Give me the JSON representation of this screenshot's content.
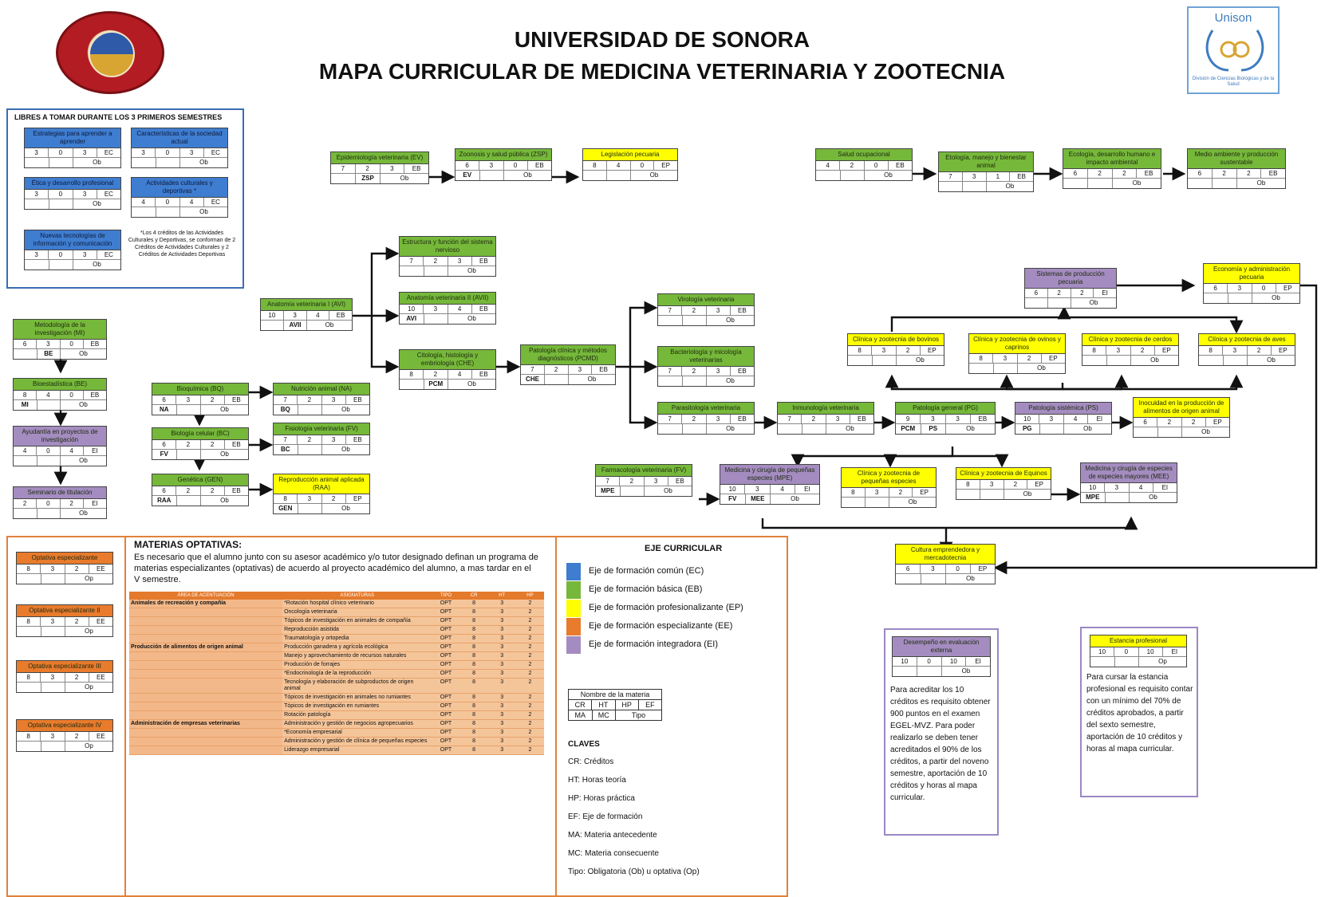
{
  "header": {
    "title_line1": "UNIVERSIDAD DE SONORA",
    "title_line2": "MAPA CURRICULAR DE MEDICINA VETERINARIA Y ZOOTECNIA",
    "logo_right_word": "Unison",
    "logo_right_sub": "División de Ciencias Biológicas y de la Salud"
  },
  "libres": {
    "title": "LIBRES A TOMAR DURANTE LOS 3 PRIMEROS SEMESTRES",
    "footnote": "*Los 4 créditos de las Actividades Culturales y Deportivas, se conforman de 2 Créditos de Actividades Culturales y 2 Créditos de Actividades Deportivas"
  },
  "courses": [
    {
      "id": "c01",
      "name": "Estrategias para aprender a aprender",
      "color": "bl",
      "vals": [
        "3",
        "0",
        "3",
        "EC"
      ],
      "ma": "",
      "mc": "",
      "tipo": "Ob"
    },
    {
      "id": "c02",
      "name": "Características de la sociedad actual",
      "color": "bl",
      "vals": [
        "3",
        "0",
        "3",
        "EC"
      ],
      "ma": "",
      "mc": "",
      "tipo": "Ob"
    },
    {
      "id": "c03",
      "name": "Ética y desarrollo profesional",
      "color": "bl",
      "vals": [
        "3",
        "0",
        "3",
        "EC"
      ],
      "ma": "",
      "mc": "",
      "tipo": "Ob"
    },
    {
      "id": "c04",
      "name": "Actividades culturales y deportivas *",
      "color": "bl",
      "vals": [
        "4",
        "0",
        "4",
        "EC"
      ],
      "ma": "",
      "mc": "",
      "tipo": "Ob"
    },
    {
      "id": "c05",
      "name": "Nuevas tecnologías de información y comunicación",
      "color": "bl",
      "vals": [
        "3",
        "0",
        "3",
        "EC"
      ],
      "ma": "",
      "mc": "",
      "tipo": "Ob"
    },
    {
      "id": "c06",
      "name": "Metodología de la investigación (MI)",
      "color": "g",
      "vals": [
        "6",
        "3",
        "0",
        "EB"
      ],
      "ma": "",
      "mc": "BE",
      "tipo": "Ob"
    },
    {
      "id": "c07",
      "name": "Bioestadística (BE)",
      "color": "g",
      "vals": [
        "8",
        "4",
        "0",
        "EB"
      ],
      "ma": "MI",
      "mc": "",
      "tipo": "Ob"
    },
    {
      "id": "c08",
      "name": "Ayudantía en proyectos de investigación",
      "color": "p",
      "vals": [
        "4",
        "0",
        "4",
        "EI"
      ],
      "ma": "",
      "mc": "",
      "tipo": "Ob"
    },
    {
      "id": "c09",
      "name": "Seminario de titulación",
      "color": "p",
      "vals": [
        "2",
        "0",
        "2",
        "EI"
      ],
      "ma": "",
      "mc": "",
      "tipo": "Ob"
    },
    {
      "id": "c10",
      "name": "Epidemiología veterinaria (EV)",
      "color": "g",
      "vals": [
        "7",
        "2",
        "3",
        "EB"
      ],
      "ma": "",
      "mc": "ZSP",
      "tipo": "Ob"
    },
    {
      "id": "c11",
      "name": "Zoonosis y salud pública (ZSP)",
      "color": "g",
      "vals": [
        "6",
        "3",
        "0",
        "EB"
      ],
      "ma": "EV",
      "mc": "",
      "tipo": "Ob"
    },
    {
      "id": "c12",
      "name": "Legislación pecuaria",
      "color": "y",
      "vals": [
        "8",
        "4",
        "0",
        "EP"
      ],
      "ma": "",
      "mc": "",
      "tipo": "Ob"
    },
    {
      "id": "c13",
      "name": "Salud ocupacional",
      "color": "g",
      "vals": [
        "4",
        "2",
        "0",
        "EB"
      ],
      "ma": "",
      "mc": "",
      "tipo": "Ob"
    },
    {
      "id": "c14",
      "name": "Etología, manejo y bienestar animal",
      "color": "g",
      "vals": [
        "7",
        "3",
        "1",
        "EB"
      ],
      "ma": "",
      "mc": "",
      "tipo": "Ob"
    },
    {
      "id": "c15",
      "name": "Ecología, desarrollo humano e impacto ambiental",
      "color": "g",
      "vals": [
        "6",
        "2",
        "2",
        "EB"
      ],
      "ma": "",
      "mc": "",
      "tipo": "Ob"
    },
    {
      "id": "c16",
      "name": "Medio ambiente y producción sustentable",
      "color": "g",
      "vals": [
        "6",
        "2",
        "2",
        "EB"
      ],
      "ma": "",
      "mc": "",
      "tipo": "Ob"
    },
    {
      "id": "c17",
      "name": "Anatomía veterinaria I (AVI)",
      "color": "g",
      "vals": [
        "10",
        "3",
        "4",
        "EB"
      ],
      "ma": "",
      "mc": "AVII",
      "tipo": "Ob"
    },
    {
      "id": "c18",
      "name": "Estructura y función del sistema nervioso",
      "color": "g",
      "vals": [
        "7",
        "2",
        "3",
        "EB"
      ],
      "ma": "",
      "mc": "",
      "tipo": "Ob"
    },
    {
      "id": "c19",
      "name": "Anatomía veterinaria II (AVII)",
      "color": "g",
      "vals": [
        "10",
        "3",
        "4",
        "EB"
      ],
      "ma": "AVI",
      "mc": "",
      "tipo": "Ob"
    },
    {
      "id": "c20",
      "name": "Citología, histología y embriología (CHE)",
      "color": "g",
      "vals": [
        "8",
        "2",
        "4",
        "EB"
      ],
      "ma": "",
      "mc": "PCM",
      "tipo": "Ob"
    },
    {
      "id": "c21",
      "name": "Patología clínica y métodos diagnósticos (PCMD)",
      "color": "g",
      "vals": [
        "7",
        "2",
        "3",
        "EB"
      ],
      "ma": "CHE",
      "mc": "",
      "tipo": "Ob"
    },
    {
      "id": "c22",
      "name": "Virología veterinaria",
      "color": "g",
      "vals": [
        "7",
        "2",
        "3",
        "EB"
      ],
      "ma": "",
      "mc": "",
      "tipo": "Ob"
    },
    {
      "id": "c23",
      "name": "Bacteriología y micología veterinarias",
      "color": "g",
      "vals": [
        "7",
        "2",
        "3",
        "EB"
      ],
      "ma": "",
      "mc": "",
      "tipo": "Ob"
    },
    {
      "id": "c24",
      "name": "Parasitología veterinaria",
      "color": "g",
      "vals": [
        "7",
        "2",
        "3",
        "EB"
      ],
      "ma": "",
      "mc": "",
      "tipo": "Ob"
    },
    {
      "id": "c25",
      "name": "Inmunología veterinaria",
      "color": "g",
      "vals": [
        "7",
        "2",
        "3",
        "EB"
      ],
      "ma": "",
      "mc": "",
      "tipo": "Ob"
    },
    {
      "id": "c26",
      "name": "Patología general (PG)",
      "color": "g",
      "vals": [
        "9",
        "3",
        "3",
        "EB"
      ],
      "ma": "PCM",
      "mc": "PS",
      "tipo": "Ob"
    },
    {
      "id": "c27",
      "name": "Patología sistémica (PS)",
      "color": "p",
      "vals": [
        "10",
        "3",
        "4",
        "EI"
      ],
      "ma": "PG",
      "mc": "",
      "tipo": "Ob"
    },
    {
      "id": "c28",
      "name": "Inocuidad en la producción de alimentos de origen animal",
      "color": "y",
      "vals": [
        "6",
        "2",
        "2",
        "EP"
      ],
      "ma": "",
      "mc": "",
      "tipo": "Ob"
    },
    {
      "id": "c29",
      "name": "Bioquímica (BQ)",
      "color": "g",
      "vals": [
        "6",
        "3",
        "2",
        "EB"
      ],
      "ma": "NA",
      "mc": "",
      "tipo": "Ob"
    },
    {
      "id": "c30",
      "name": "Nutrición animal (NA)",
      "color": "g",
      "vals": [
        "7",
        "2",
        "3",
        "EB"
      ],
      "ma": "BQ",
      "mc": "",
      "tipo": "Ob"
    },
    {
      "id": "c31",
      "name": "Biología celular (BC)",
      "color": "g",
      "vals": [
        "6",
        "2",
        "2",
        "EB"
      ],
      "ma": "FV",
      "mc": "",
      "tipo": "Ob"
    },
    {
      "id": "c32",
      "name": "Fisiología veterinaria (FV)",
      "color": "g",
      "vals": [
        "7",
        "2",
        "3",
        "EB"
      ],
      "ma": "BC",
      "mc": "",
      "tipo": "Ob"
    },
    {
      "id": "c33",
      "name": "Genética (GEN)",
      "color": "g",
      "vals": [
        "6",
        "2",
        "2",
        "EB"
      ],
      "ma": "RAA",
      "mc": "",
      "tipo": "Ob"
    },
    {
      "id": "c34",
      "name": "Reproducción animal aplicada (RAA)",
      "color": "y",
      "vals": [
        "8",
        "3",
        "2",
        "EP"
      ],
      "ma": "GEN",
      "mc": "",
      "tipo": "Ob"
    },
    {
      "id": "c35",
      "name": "Farmacología veterinaria (FV)",
      "color": "g",
      "vals": [
        "7",
        "2",
        "3",
        "EB"
      ],
      "ma": "MPE",
      "mc": "",
      "tipo": "Ob"
    },
    {
      "id": "c36",
      "name": "Medicina y cirugía de pequeñas especies (MPE)",
      "color": "p",
      "vals": [
        "10",
        "3",
        "4",
        "EI"
      ],
      "ma": "FV",
      "mc": "MEE",
      "tipo": "Ob"
    },
    {
      "id": "c37",
      "name": "Clínica y zootecnia de pequeñas especies",
      "color": "y",
      "vals": [
        "8",
        "3",
        "2",
        "EP"
      ],
      "ma": "",
      "mc": "",
      "tipo": "Ob"
    },
    {
      "id": "c38",
      "name": "Clínica y zootecnia de Equinos",
      "color": "y",
      "vals": [
        "8",
        "3",
        "2",
        "EP"
      ],
      "ma": "",
      "mc": "",
      "tipo": "Ob"
    },
    {
      "id": "c39",
      "name": "Medicina y cirugía de especies de especies mayores (MEE)",
      "color": "p",
      "vals": [
        "10",
        "3",
        "4",
        "EI"
      ],
      "ma": "MPE",
      "mc": "",
      "tipo": "Ob"
    },
    {
      "id": "c40",
      "name": "Sistemas de producción pecuaria",
      "color": "p",
      "vals": [
        "6",
        "2",
        "2",
        "EI"
      ],
      "ma": "",
      "mc": "",
      "tipo": "Ob"
    },
    {
      "id": "c41",
      "name": "Economía y administración pecuaria",
      "color": "y",
      "vals": [
        "6",
        "3",
        "0",
        "EP"
      ],
      "ma": "",
      "mc": "",
      "tipo": "Ob"
    },
    {
      "id": "c42",
      "name": "Clínica y zootecnia de bovinos",
      "color": "y",
      "vals": [
        "8",
        "3",
        "2",
        "EP"
      ],
      "ma": "",
      "mc": "",
      "tipo": "Ob"
    },
    {
      "id": "c43",
      "name": "Clínica y zootecnia de ovinos y caprinos",
      "color": "y",
      "vals": [
        "8",
        "3",
        "2",
        "EP"
      ],
      "ma": "",
      "mc": "",
      "tipo": "Ob"
    },
    {
      "id": "c44",
      "name": "Clínica y zootecnia de cerdos",
      "color": "y",
      "vals": [
        "8",
        "3",
        "2",
        "EP"
      ],
      "ma": "",
      "mc": "",
      "tipo": "Ob"
    },
    {
      "id": "c45",
      "name": "Clínica y zootecnia de aves",
      "color": "y",
      "vals": [
        "8",
        "3",
        "2",
        "EP"
      ],
      "ma": "",
      "mc": "",
      "tipo": "Ob"
    },
    {
      "id": "c46",
      "name": "Cultura emprendedora y mercadotecnia",
      "color": "y",
      "vals": [
        "6",
        "3",
        "0",
        "EP"
      ],
      "ma": "",
      "mc": "",
      "tipo": "Ob"
    },
    {
      "id": "c47",
      "name": "Optativa especializante",
      "color": "o",
      "vals": [
        "8",
        "3",
        "2",
        "EE"
      ],
      "ma": "",
      "mc": "",
      "tipo": "Op"
    },
    {
      "id": "c48",
      "name": "Optativa especializante II",
      "color": "o",
      "vals": [
        "8",
        "3",
        "2",
        "EE"
      ],
      "ma": "",
      "mc": "",
      "tipo": "Op"
    },
    {
      "id": "c49",
      "name": "Optativa especializante III",
      "color": "o",
      "vals": [
        "8",
        "3",
        "2",
        "EE"
      ],
      "ma": "",
      "mc": "",
      "tipo": "Op"
    },
    {
      "id": "c50",
      "name": "Optativa especializante IV",
      "color": "o",
      "vals": [
        "8",
        "3",
        "2",
        "EE"
      ],
      "ma": "",
      "mc": "",
      "tipo": "Op"
    },
    {
      "id": "c51",
      "name": "Desempeño en evaluación externa",
      "color": "p",
      "vals": [
        "10",
        "0",
        "10",
        "EI"
      ],
      "ma": "",
      "mc": "",
      "tipo": "Ob"
    },
    {
      "id": "c52",
      "name": "Estancia profesional",
      "color": "y",
      "vals": [
        "10",
        "0",
        "10",
        "EI"
      ],
      "ma": "",
      "mc": "",
      "tipo": "Op"
    }
  ],
  "optativas": {
    "heading": "MATERIAS OPTATIVAS:",
    "description": "Es necesario que el alumno junto con su asesor académico y/o tutor designado definan un programa de materias especializantes (optativas) de acuerdo al proyecto académico del alumno, a mas tardar en el V semestre.",
    "columns": [
      "ÁREA DE ACENTUACIÓN",
      "ASIGNATURAS",
      "TIPO",
      "CR",
      "HT",
      "HP"
    ],
    "rows": [
      {
        "area": "Animales de recreación y compañía",
        "subject": "*Rotación hospital clínico veterinario",
        "tipo": "OPT",
        "cr": "8",
        "ht": "3",
        "hp": "2"
      },
      {
        "area": "",
        "subject": "Oncología veterinaria",
        "tipo": "OPT",
        "cr": "8",
        "ht": "3",
        "hp": "2"
      },
      {
        "area": "",
        "subject": "Tópicos de investigación en animales de compañía",
        "tipo": "OPT",
        "cr": "8",
        "ht": "3",
        "hp": "2"
      },
      {
        "area": "",
        "subject": "Reproducción asistida",
        "tipo": "OPT",
        "cr": "8",
        "ht": "3",
        "hp": "2"
      },
      {
        "area": "",
        "subject": "Traumatología y ortopedia",
        "tipo": "OPT",
        "cr": "8",
        "ht": "3",
        "hp": "2"
      },
      {
        "area": "Producción de alimentos de origen animal",
        "subject": "Producción ganadera y agrícola ecológica",
        "tipo": "OPT",
        "cr": "8",
        "ht": "3",
        "hp": "2"
      },
      {
        "area": "",
        "subject": "Manejo y aprovechamiento de recursos naturales",
        "tipo": "OPT",
        "cr": "8",
        "ht": "3",
        "hp": "2"
      },
      {
        "area": "",
        "subject": "Producción de forrajes",
        "tipo": "OPT",
        "cr": "8",
        "ht": "3",
        "hp": "2"
      },
      {
        "area": "",
        "subject": "*Endocrinología de la reproducción",
        "tipo": "OPT",
        "cr": "8",
        "ht": "3",
        "hp": "2"
      },
      {
        "area": "",
        "subject": "Tecnología y elaboración de subproductos de origen animal",
        "tipo": "OPT",
        "cr": "8",
        "ht": "3",
        "hp": "2"
      },
      {
        "area": "",
        "subject": "Tópicos de investigación en animales no rumiantes",
        "tipo": "OPT",
        "cr": "8",
        "ht": "3",
        "hp": "2"
      },
      {
        "area": "",
        "subject": "Tópicos de investigación en rumiantes",
        "tipo": "OPT",
        "cr": "8",
        "ht": "3",
        "hp": "2"
      },
      {
        "area": "",
        "subject": "Rotación patología",
        "tipo": "OPT",
        "cr": "8",
        "ht": "3",
        "hp": "2"
      },
      {
        "area": "Administración de empresas veterinarias",
        "subject": "Administración y gestión de negocios agropecuarios",
        "tipo": "OPT",
        "cr": "8",
        "ht": "3",
        "hp": "2"
      },
      {
        "area": "",
        "subject": "*Economía empresarial",
        "tipo": "OPT",
        "cr": "8",
        "ht": "3",
        "hp": "2"
      },
      {
        "area": "",
        "subject": "Administración y gestión de clínica de pequeñas especies",
        "tipo": "OPT",
        "cr": "8",
        "ht": "3",
        "hp": "2"
      },
      {
        "area": "",
        "subject": "Liderazgo empresarial",
        "tipo": "OPT",
        "cr": "8",
        "ht": "3",
        "hp": "2"
      }
    ]
  },
  "eje": {
    "title": "EJE CURRICULAR",
    "items": [
      {
        "label": "Eje de formación común (EC)",
        "color": "#3f7dd0"
      },
      {
        "label": "Eje de formación básica (EB)",
        "color": "#76b83a"
      },
      {
        "label": "Eje de formación profesionalizante (EP)",
        "color": "#ffff00"
      },
      {
        "label": "Eje de formación especializante (EE)",
        "color": "#e87b2c"
      },
      {
        "label": "Eje de formación integradora (EI)",
        "color": "#a48cc0"
      }
    ],
    "key": {
      "name": "Nombre de la materia",
      "r1": [
        "CR",
        "HT",
        "HP",
        "EF"
      ],
      "r2": [
        "MA",
        "MC",
        "Tipo"
      ]
    },
    "claves_title": "CLAVES",
    "claves": [
      "CR: Créditos",
      "HT: Horas teoría",
      "HP: Horas práctica",
      "EF: Eje de formación",
      "MA: Materia antecedente",
      "MC: Materia consecuente",
      "Tipo: Obligatoria (Ob) u optativa (Op)"
    ]
  },
  "notes": {
    "egel": "Para acreditar los 10 créditos es requisito obtener 900 puntos en el examen EGEL-MVZ. Para poder realizarlo se deben tener acreditados el 90% de los créditos, a partir del noveno semestre, aportación de 10 créditos y horas al mapa curricular.",
    "estancia": "Para cursar la estancia profesional es requisito contar con un mínimo del 70% de créditos aprobados, a partir del sexto semestre, aportación de 10 créditos y horas al mapa curricular."
  }
}
